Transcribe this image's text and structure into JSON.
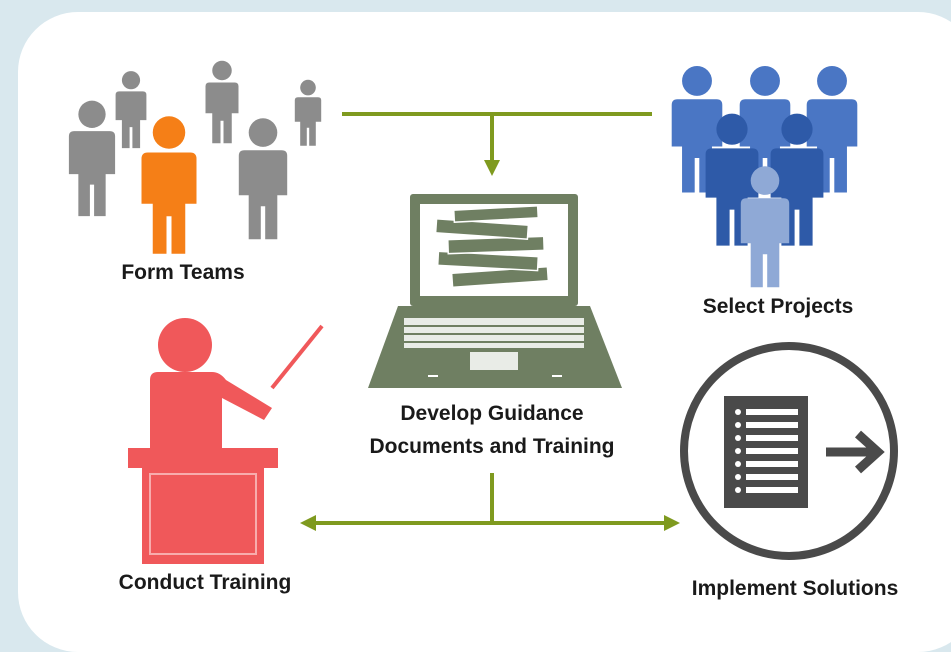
{
  "labels": {
    "form_teams": "Form Teams",
    "select_projects": "Select Projects",
    "develop_line1": "Develop Guidance",
    "develop_line2": "Documents and Training",
    "conduct_training": "Conduct Training",
    "implement_solutions": "Implement Solutions"
  },
  "icons": {
    "form_teams": "people-group-icon",
    "select_projects": "people-crowd-icon",
    "develop": "laptop-books-icon",
    "conduct": "teacher-podium-icon",
    "implement": "checklist-arrow-icon"
  },
  "colors": {
    "background": "#d9e8ee",
    "panel": "#ffffff",
    "connector": "#7f9a1f",
    "gray_person": "#8c8c8c",
    "highlight_person": "#f57f17",
    "blue_dark": "#2e5aa8",
    "blue_mid": "#4a76c4",
    "blue_light": "#8fa9d6",
    "laptop": "#6f7f62",
    "teacher": "#f0585a",
    "implement_ring": "#4a4a4a"
  }
}
